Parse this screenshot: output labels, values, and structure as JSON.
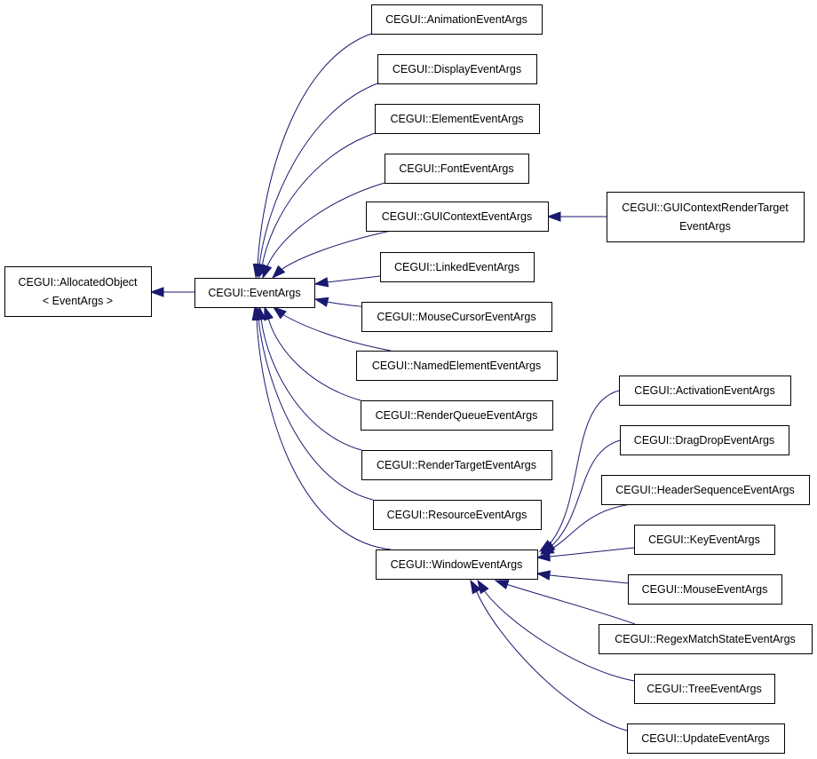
{
  "diagram": {
    "edge_color": "#191970",
    "nodes": [
      {
        "id": "allocated",
        "lines": [
          "CEGUI::AllocatedObject",
          "< EventArgs >"
        ]
      },
      {
        "id": "eventargs",
        "lines": [
          "CEGUI::EventArgs"
        ]
      },
      {
        "id": "animation",
        "lines": [
          "CEGUI::AnimationEventArgs"
        ]
      },
      {
        "id": "display",
        "lines": [
          "CEGUI::DisplayEventArgs"
        ]
      },
      {
        "id": "element",
        "lines": [
          "CEGUI::ElementEventArgs"
        ]
      },
      {
        "id": "font",
        "lines": [
          "CEGUI::FontEventArgs"
        ]
      },
      {
        "id": "guicontext",
        "lines": [
          "CEGUI::GUIContextEventArgs"
        ]
      },
      {
        "id": "guicontextrender",
        "lines": [
          "CEGUI::GUIContextRenderTarget",
          "EventArgs"
        ]
      },
      {
        "id": "linked",
        "lines": [
          "CEGUI::LinkedEventArgs"
        ]
      },
      {
        "id": "mousecursor",
        "lines": [
          "CEGUI::MouseCursorEventArgs"
        ]
      },
      {
        "id": "namedelement",
        "lines": [
          "CEGUI::NamedElementEventArgs"
        ]
      },
      {
        "id": "renderqueue",
        "lines": [
          "CEGUI::RenderQueueEventArgs"
        ]
      },
      {
        "id": "rendertarget",
        "lines": [
          "CEGUI::RenderTargetEventArgs"
        ]
      },
      {
        "id": "resource",
        "lines": [
          "CEGUI::ResourceEventArgs"
        ]
      },
      {
        "id": "window",
        "lines": [
          "CEGUI::WindowEventArgs"
        ]
      },
      {
        "id": "activation",
        "lines": [
          "CEGUI::ActivationEventArgs"
        ]
      },
      {
        "id": "dragdrop",
        "lines": [
          "CEGUI::DragDropEventArgs"
        ]
      },
      {
        "id": "headerseq",
        "lines": [
          "CEGUI::HeaderSequenceEventArgs"
        ]
      },
      {
        "id": "key",
        "lines": [
          "CEGUI::KeyEventArgs"
        ]
      },
      {
        "id": "mouse",
        "lines": [
          "CEGUI::MouseEventArgs"
        ]
      },
      {
        "id": "regex",
        "lines": [
          "CEGUI::RegexMatchStateEventArgs"
        ]
      },
      {
        "id": "tree",
        "lines": [
          "CEGUI::TreeEventArgs"
        ]
      },
      {
        "id": "update",
        "lines": [
          "CEGUI::UpdateEventArgs"
        ]
      }
    ],
    "edges": [
      {
        "from": "eventargs",
        "to": "allocated"
      },
      {
        "from": "animation",
        "to": "eventargs"
      },
      {
        "from": "display",
        "to": "eventargs"
      },
      {
        "from": "element",
        "to": "eventargs"
      },
      {
        "from": "font",
        "to": "eventargs"
      },
      {
        "from": "guicontext",
        "to": "eventargs"
      },
      {
        "from": "linked",
        "to": "eventargs"
      },
      {
        "from": "mousecursor",
        "to": "eventargs"
      },
      {
        "from": "namedelement",
        "to": "eventargs"
      },
      {
        "from": "renderqueue",
        "to": "eventargs"
      },
      {
        "from": "rendertarget",
        "to": "eventargs"
      },
      {
        "from": "resource",
        "to": "eventargs"
      },
      {
        "from": "window",
        "to": "eventargs"
      },
      {
        "from": "guicontextrender",
        "to": "guicontext"
      },
      {
        "from": "activation",
        "to": "window"
      },
      {
        "from": "dragdrop",
        "to": "window"
      },
      {
        "from": "headerseq",
        "to": "window"
      },
      {
        "from": "key",
        "to": "window"
      },
      {
        "from": "mouse",
        "to": "window"
      },
      {
        "from": "regex",
        "to": "window"
      },
      {
        "from": "tree",
        "to": "window"
      },
      {
        "from": "update",
        "to": "window"
      }
    ]
  }
}
